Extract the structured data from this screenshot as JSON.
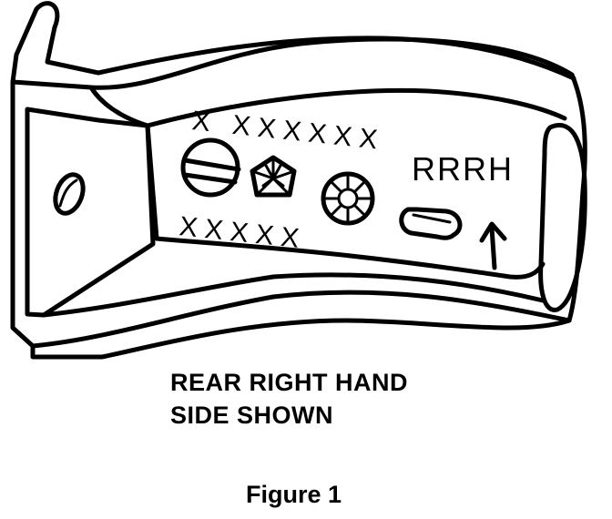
{
  "diagram": {
    "markings": {
      "top_row": "X XXXXXX",
      "bottom_row": "XXXXX",
      "tag": "RRRH"
    },
    "icons": [
      "screw-head-icon",
      "pentastar-icon",
      "recycle-circle-icon",
      "slot-icon",
      "up-arrow-icon"
    ]
  },
  "caption": {
    "line1": "REAR RIGHT HAND",
    "line2": "SIDE SHOWN"
  },
  "figure_label": "Figure 1"
}
